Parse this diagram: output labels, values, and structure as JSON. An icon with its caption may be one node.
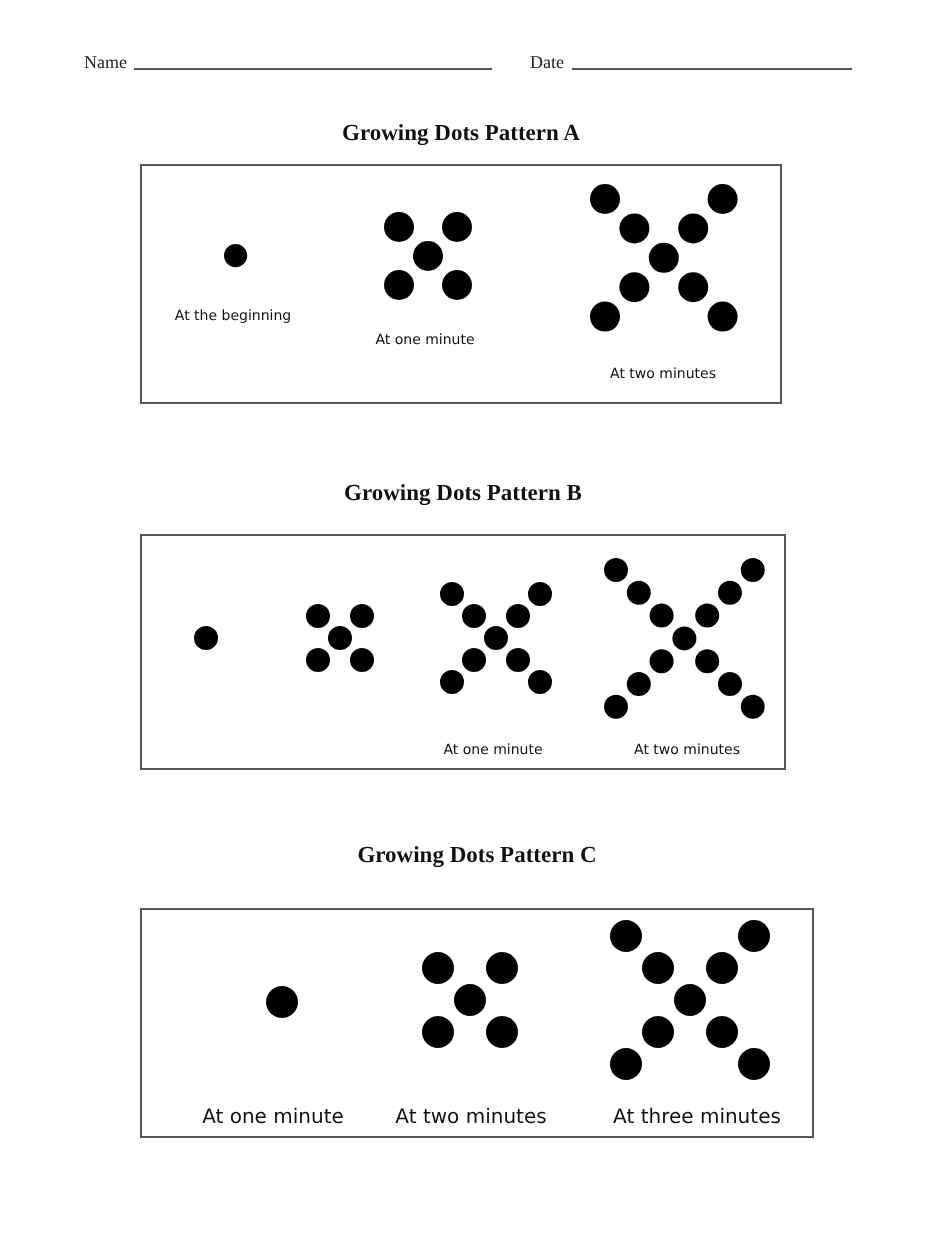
{
  "diagram": {
    "nodes": [
      {
        "text": [
          "Growing Dots Pattern A"
        ]
      },
      {
        "text": [
          "Growing Dots Pattern B"
        ]
      },
      {
        "text": [
          "Growing Dots Pattern C"
        ]
      }
    ],
    "labels": [
      "Name",
      "Date",
      "At the beginning",
      "At one minute",
      "At two minutes",
      "At one minute",
      "At two minutes",
      "At one minute",
      "At two minutes",
      "At three minutes"
    ]
  }
}
